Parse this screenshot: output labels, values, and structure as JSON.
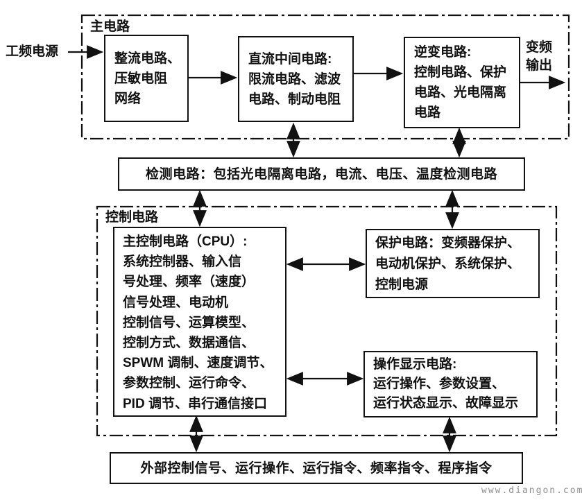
{
  "diagram": {
    "title_labels": {
      "main_circuit": "主电路",
      "control_circuit": "控制电路"
    },
    "io": {
      "power_input": "工频电源",
      "frequency_output": "变频\n输出"
    },
    "blocks": {
      "rectifier": "整流电路、\n压敏电阻\n网络",
      "dc_link": "直流中间电路:\n限流电路、滤波\n电路、制动电阻",
      "inverter": "逆变电路:\n控制电路、保护\n电路、光电隔离\n电路",
      "detection": "检测电路：包括光电隔离电路，电流、电压、温度检测电路",
      "main_control": "主控制电路（CPU）:\n系统控制器、输入信\n号处理、频率（速度）\n信号处理、电动机\n控制信号、运算模型、\n控制方式、数据通信、\nSPWM 调制、速度调节、\n参数控制、运行命令、\nPID 调节、串行通信接口",
      "protection": "保护电路：变频器保护、\n电动机保护、系统保护、\n控制电源",
      "operation_display": "操作显示电路:\n运行操作、参数设置、\n运行状态显示、故障显示",
      "external_signals": "外部控制信号、运行操作、运行指令、频率指令、程序指令"
    },
    "watermark": "www.diangon.com",
    "colors": {
      "ink": "#111111",
      "background": "#ffffff",
      "watermark_gray": "#8f8f8f"
    }
  }
}
